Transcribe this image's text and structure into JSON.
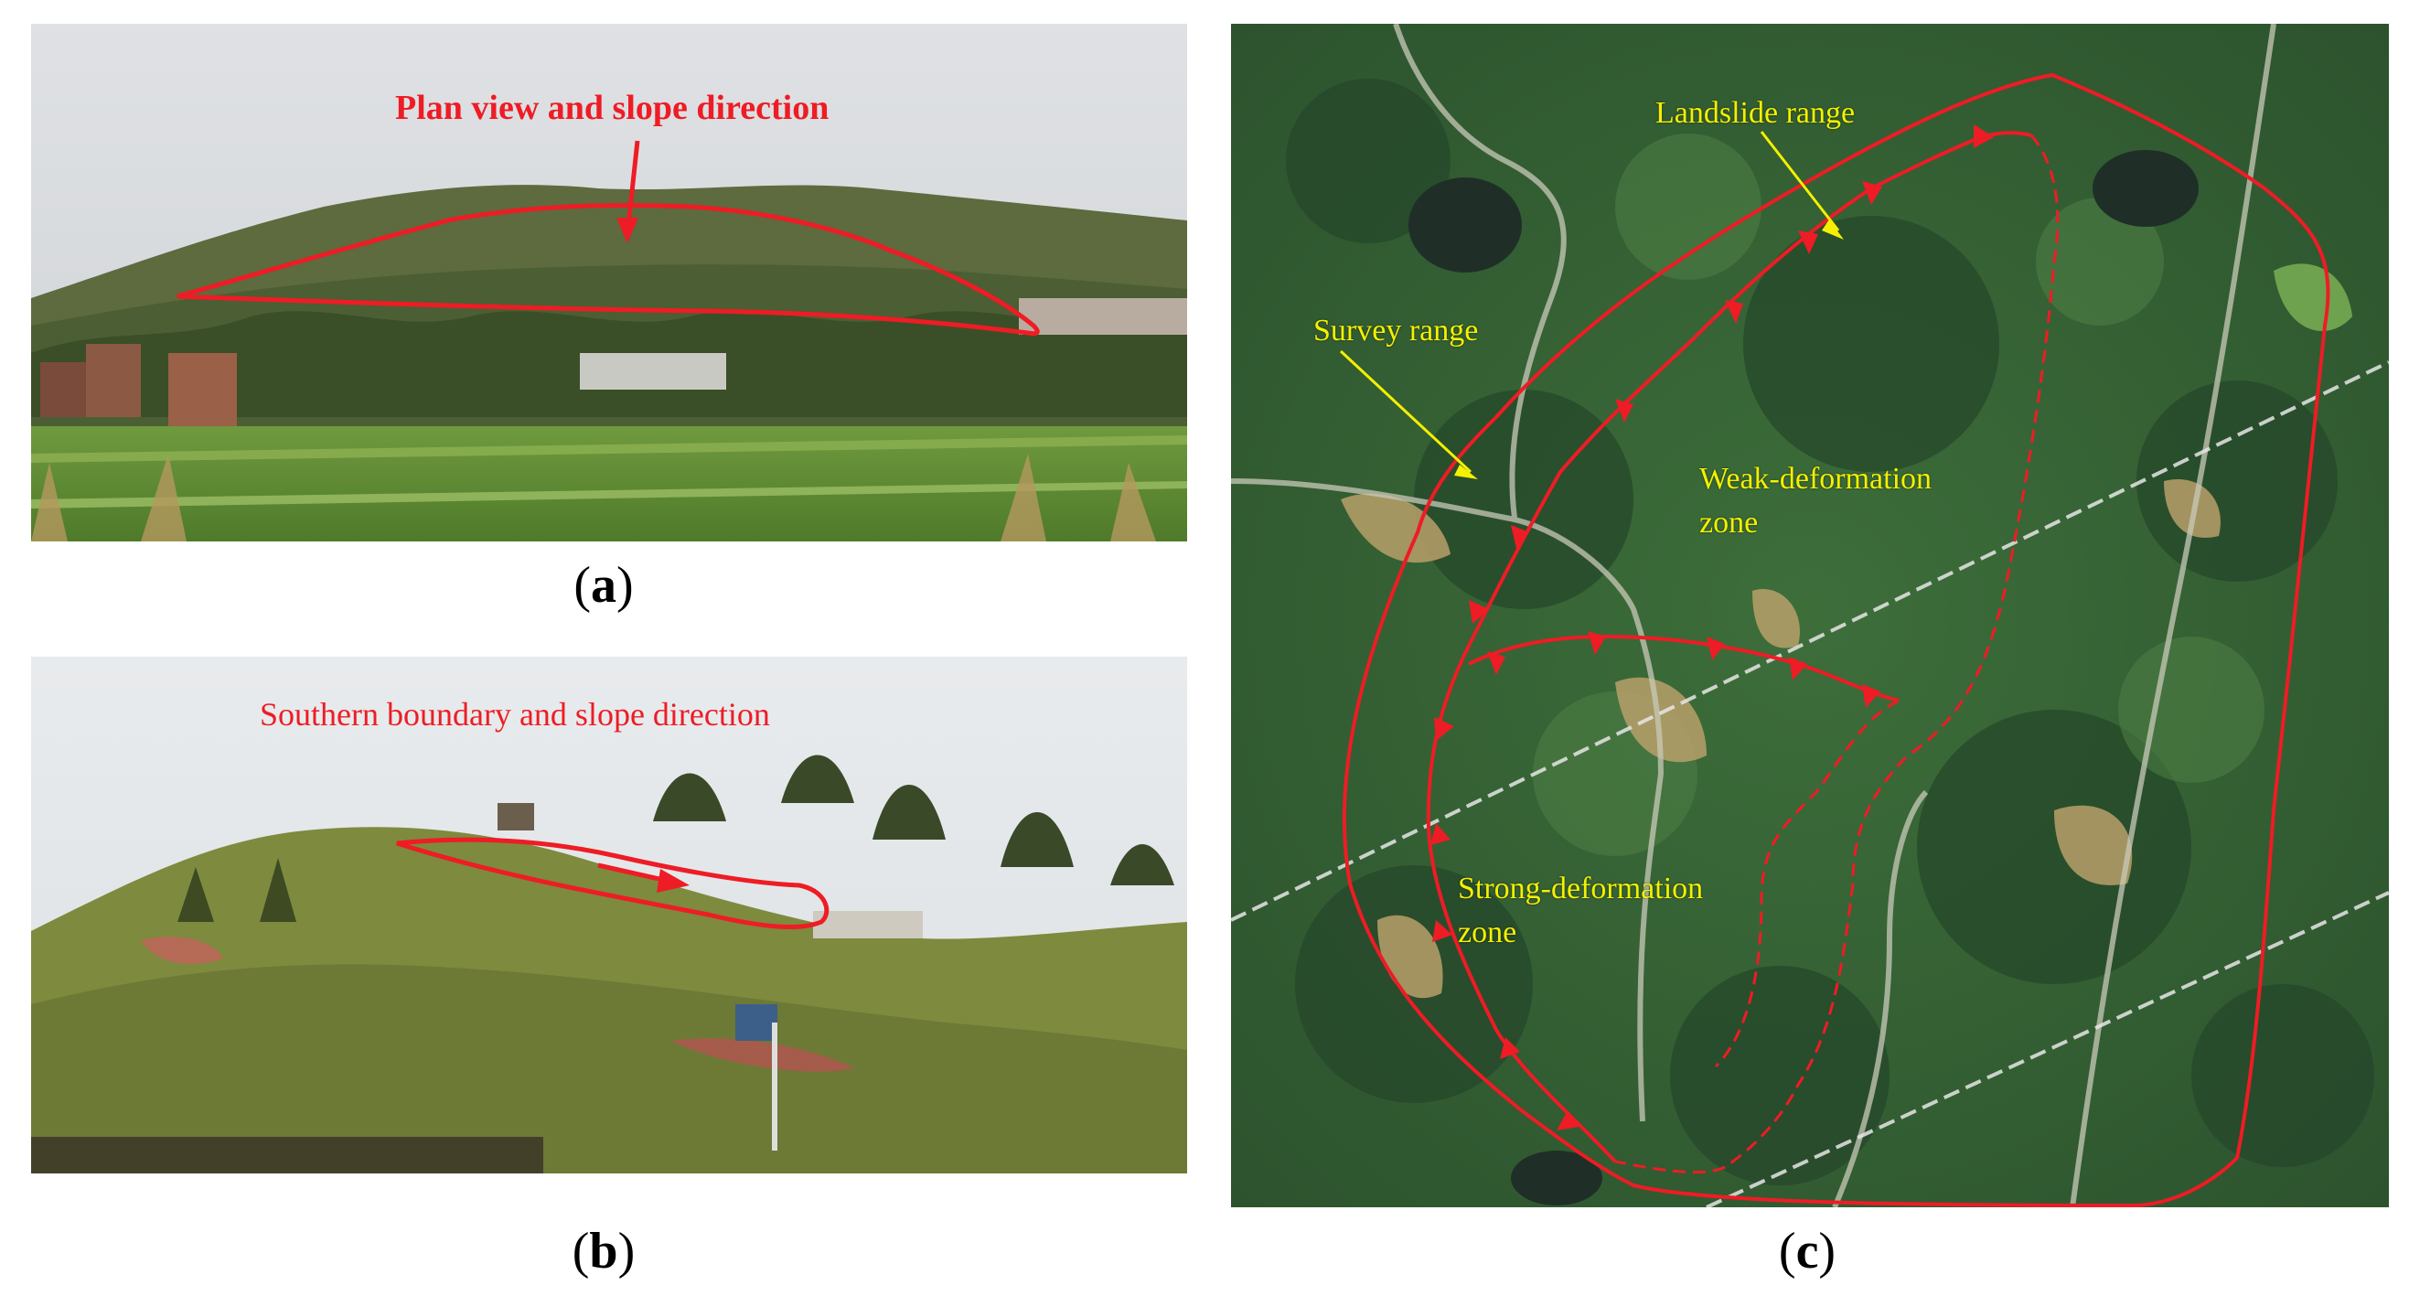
{
  "panels": {
    "a": {
      "label": "Plan view and slope direction",
      "caption_letter": "a"
    },
    "b": {
      "label": "Southern boundary and slope direction",
      "caption_letter": "b"
    },
    "c": {
      "caption_letter": "c",
      "labels": {
        "landslide_range": "Landslide range",
        "survey_range": "Survey range",
        "weak_zone_line1": "Weak-deformation",
        "weak_zone_line2": "zone",
        "strong_zone_line1": "Strong-deformation",
        "strong_zone_line2": "zone"
      }
    }
  },
  "colors": {
    "annotation_red": "#ee1c25",
    "map_label_yellow": "#f4f000",
    "caption_black": "#000000"
  }
}
